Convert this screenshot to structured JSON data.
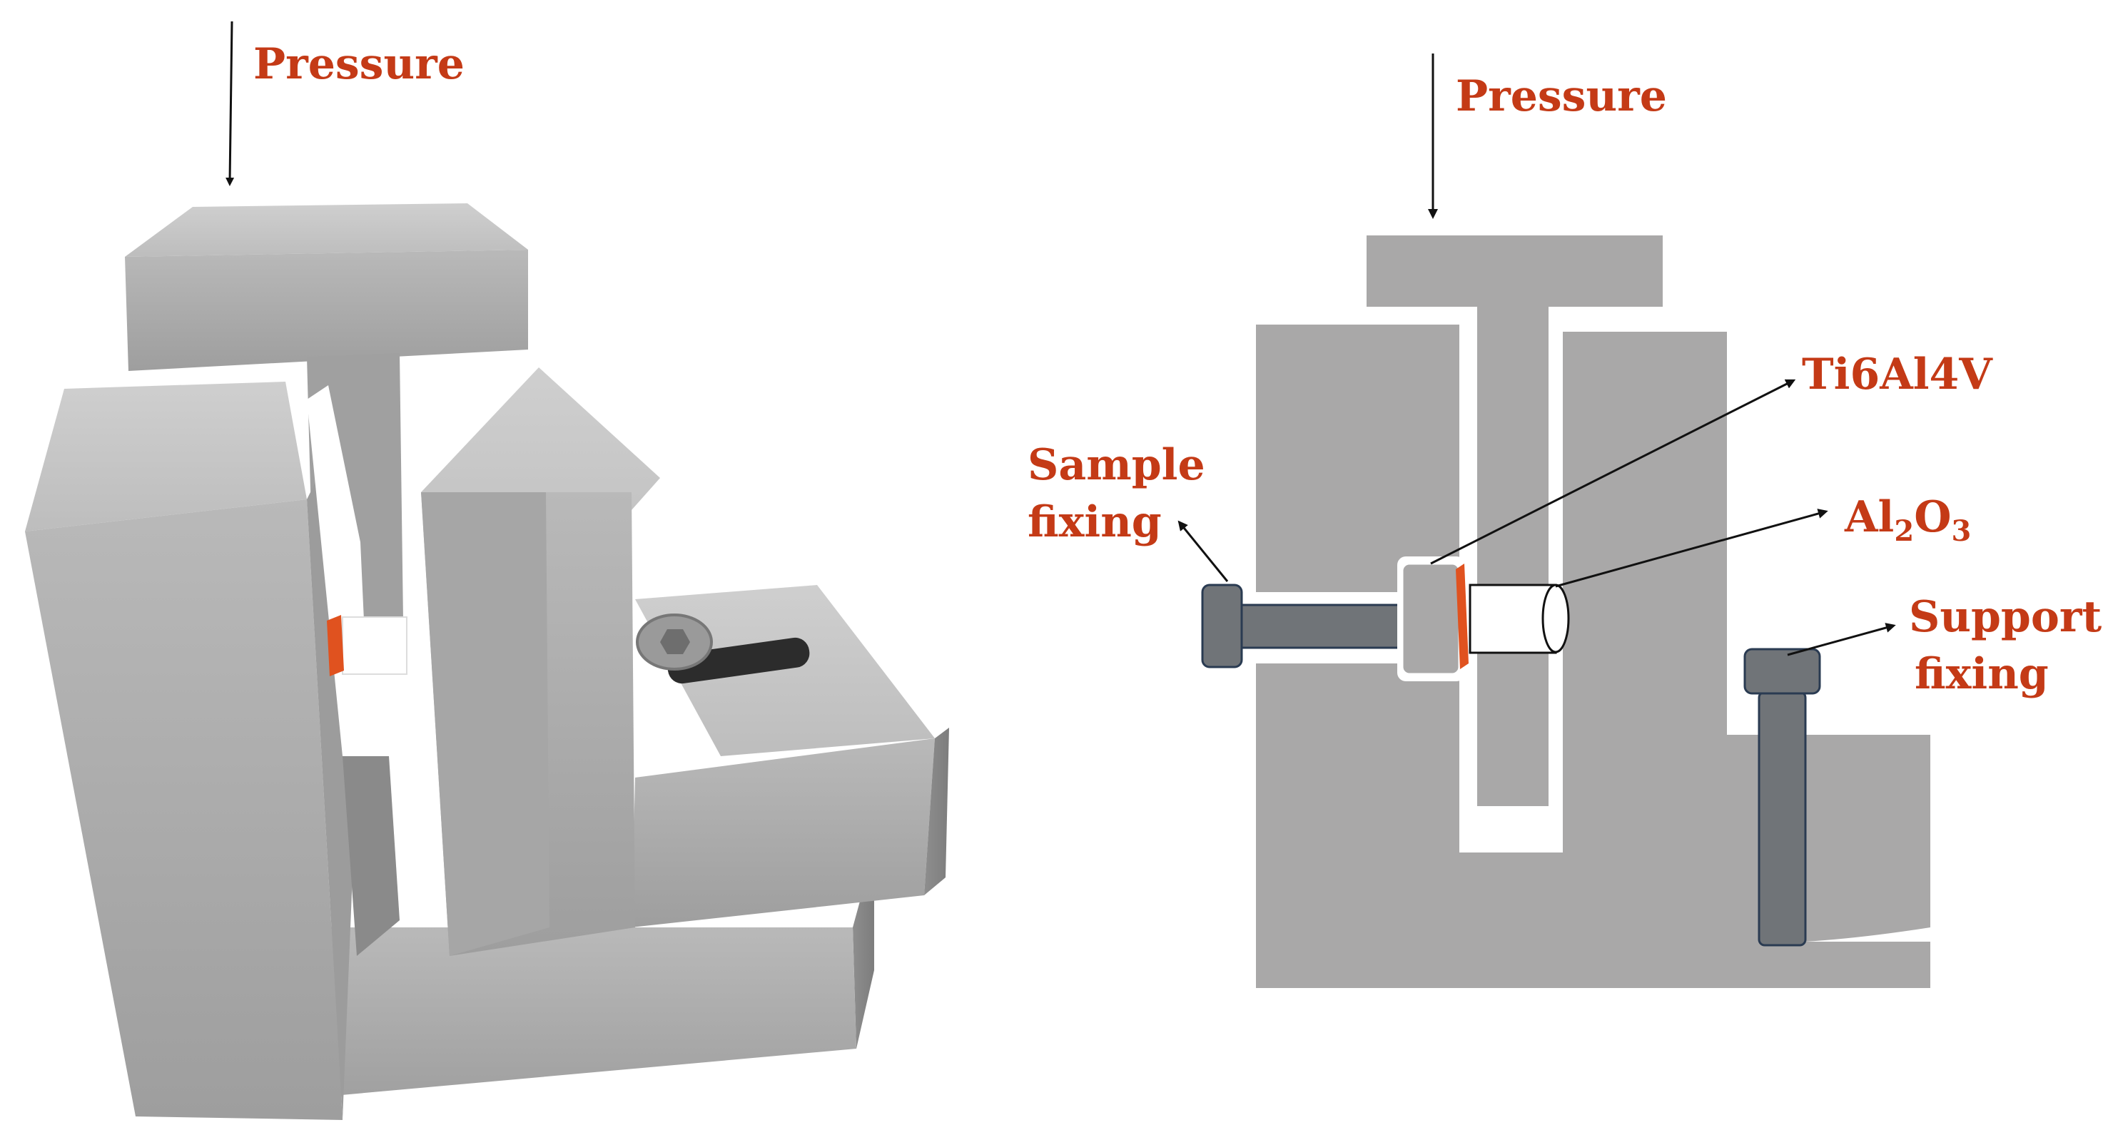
{
  "colors": {
    "label": "#c43a16",
    "block_gray": "#a9a8a8",
    "pin_gray": "#707478",
    "pin_outline": "#2a3b52",
    "render_gray": "#b5b5b5",
    "arrow": "#111111",
    "accent_orange": "#e0521f"
  },
  "left_panel": {
    "pressure_label": "Pressure"
  },
  "right_panel": {
    "pressure_label": "Pressure",
    "ti_label": "Ti6Al4V",
    "al2o3": {
      "base1": "Al",
      "sub1": "2",
      "base2": "O",
      "sub2": "3"
    },
    "sample_fixing": {
      "line1": "Sample",
      "line2": "fixing"
    },
    "support_fixing": {
      "line1": "Support",
      "line2": "fixing"
    }
  },
  "icons": [
    "pressure-arrow-icon",
    "pointer-arrow-icon",
    "hex-socket-screw-icon"
  ]
}
